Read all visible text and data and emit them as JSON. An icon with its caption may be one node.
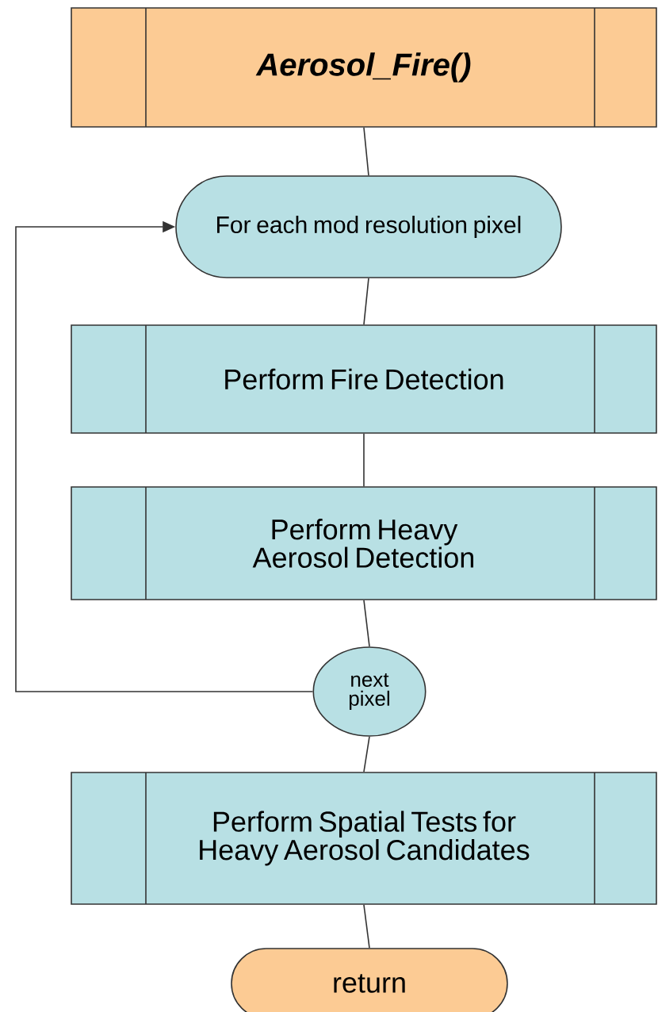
{
  "diagram": {
    "nodes": [
      {
        "text": [
          "Aerosol_Fire()"
        ]
      },
      {
        "text": [
          "For each mod resolution pixel"
        ]
      },
      {
        "text": [
          "Perform Fire Detection"
        ]
      },
      {
        "text": [
          "Perform Heavy Aerosol Detection"
        ]
      },
      {
        "text": [
          "next pixel"
        ]
      },
      {
        "text": [
          "Perform Spatial Tests for Heavy Aerosol Candidates"
        ]
      },
      {
        "text": [
          "return"
        ]
      }
    ],
    "edges": [
      {
        "from": 0,
        "to": 1,
        "arrow": "none"
      },
      {
        "from": 1,
        "to": 2,
        "arrow": "none"
      },
      {
        "from": 2,
        "to": 3,
        "arrow": "none"
      },
      {
        "from": 3,
        "to": 4,
        "arrow": "none"
      },
      {
        "from": 4,
        "to": 1,
        "arrow": "to"
      },
      {
        "from": 4,
        "to": 5,
        "arrow": "none"
      },
      {
        "from": 5,
        "to": 6,
        "arrow": "none"
      }
    ]
  }
}
